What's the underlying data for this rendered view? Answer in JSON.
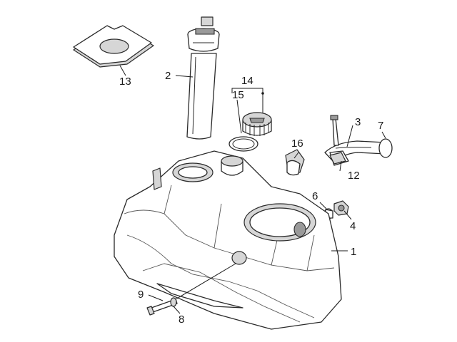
{
  "labels": {
    "p1": "1",
    "p2": "2",
    "p3": "3",
    "p4": "4",
    "p6": "6",
    "p7": "7",
    "p8": "8",
    "p9": "9",
    "p12": "12",
    "p13": "13",
    "p14": "14",
    "p15": "15",
    "p16": "16"
  }
}
